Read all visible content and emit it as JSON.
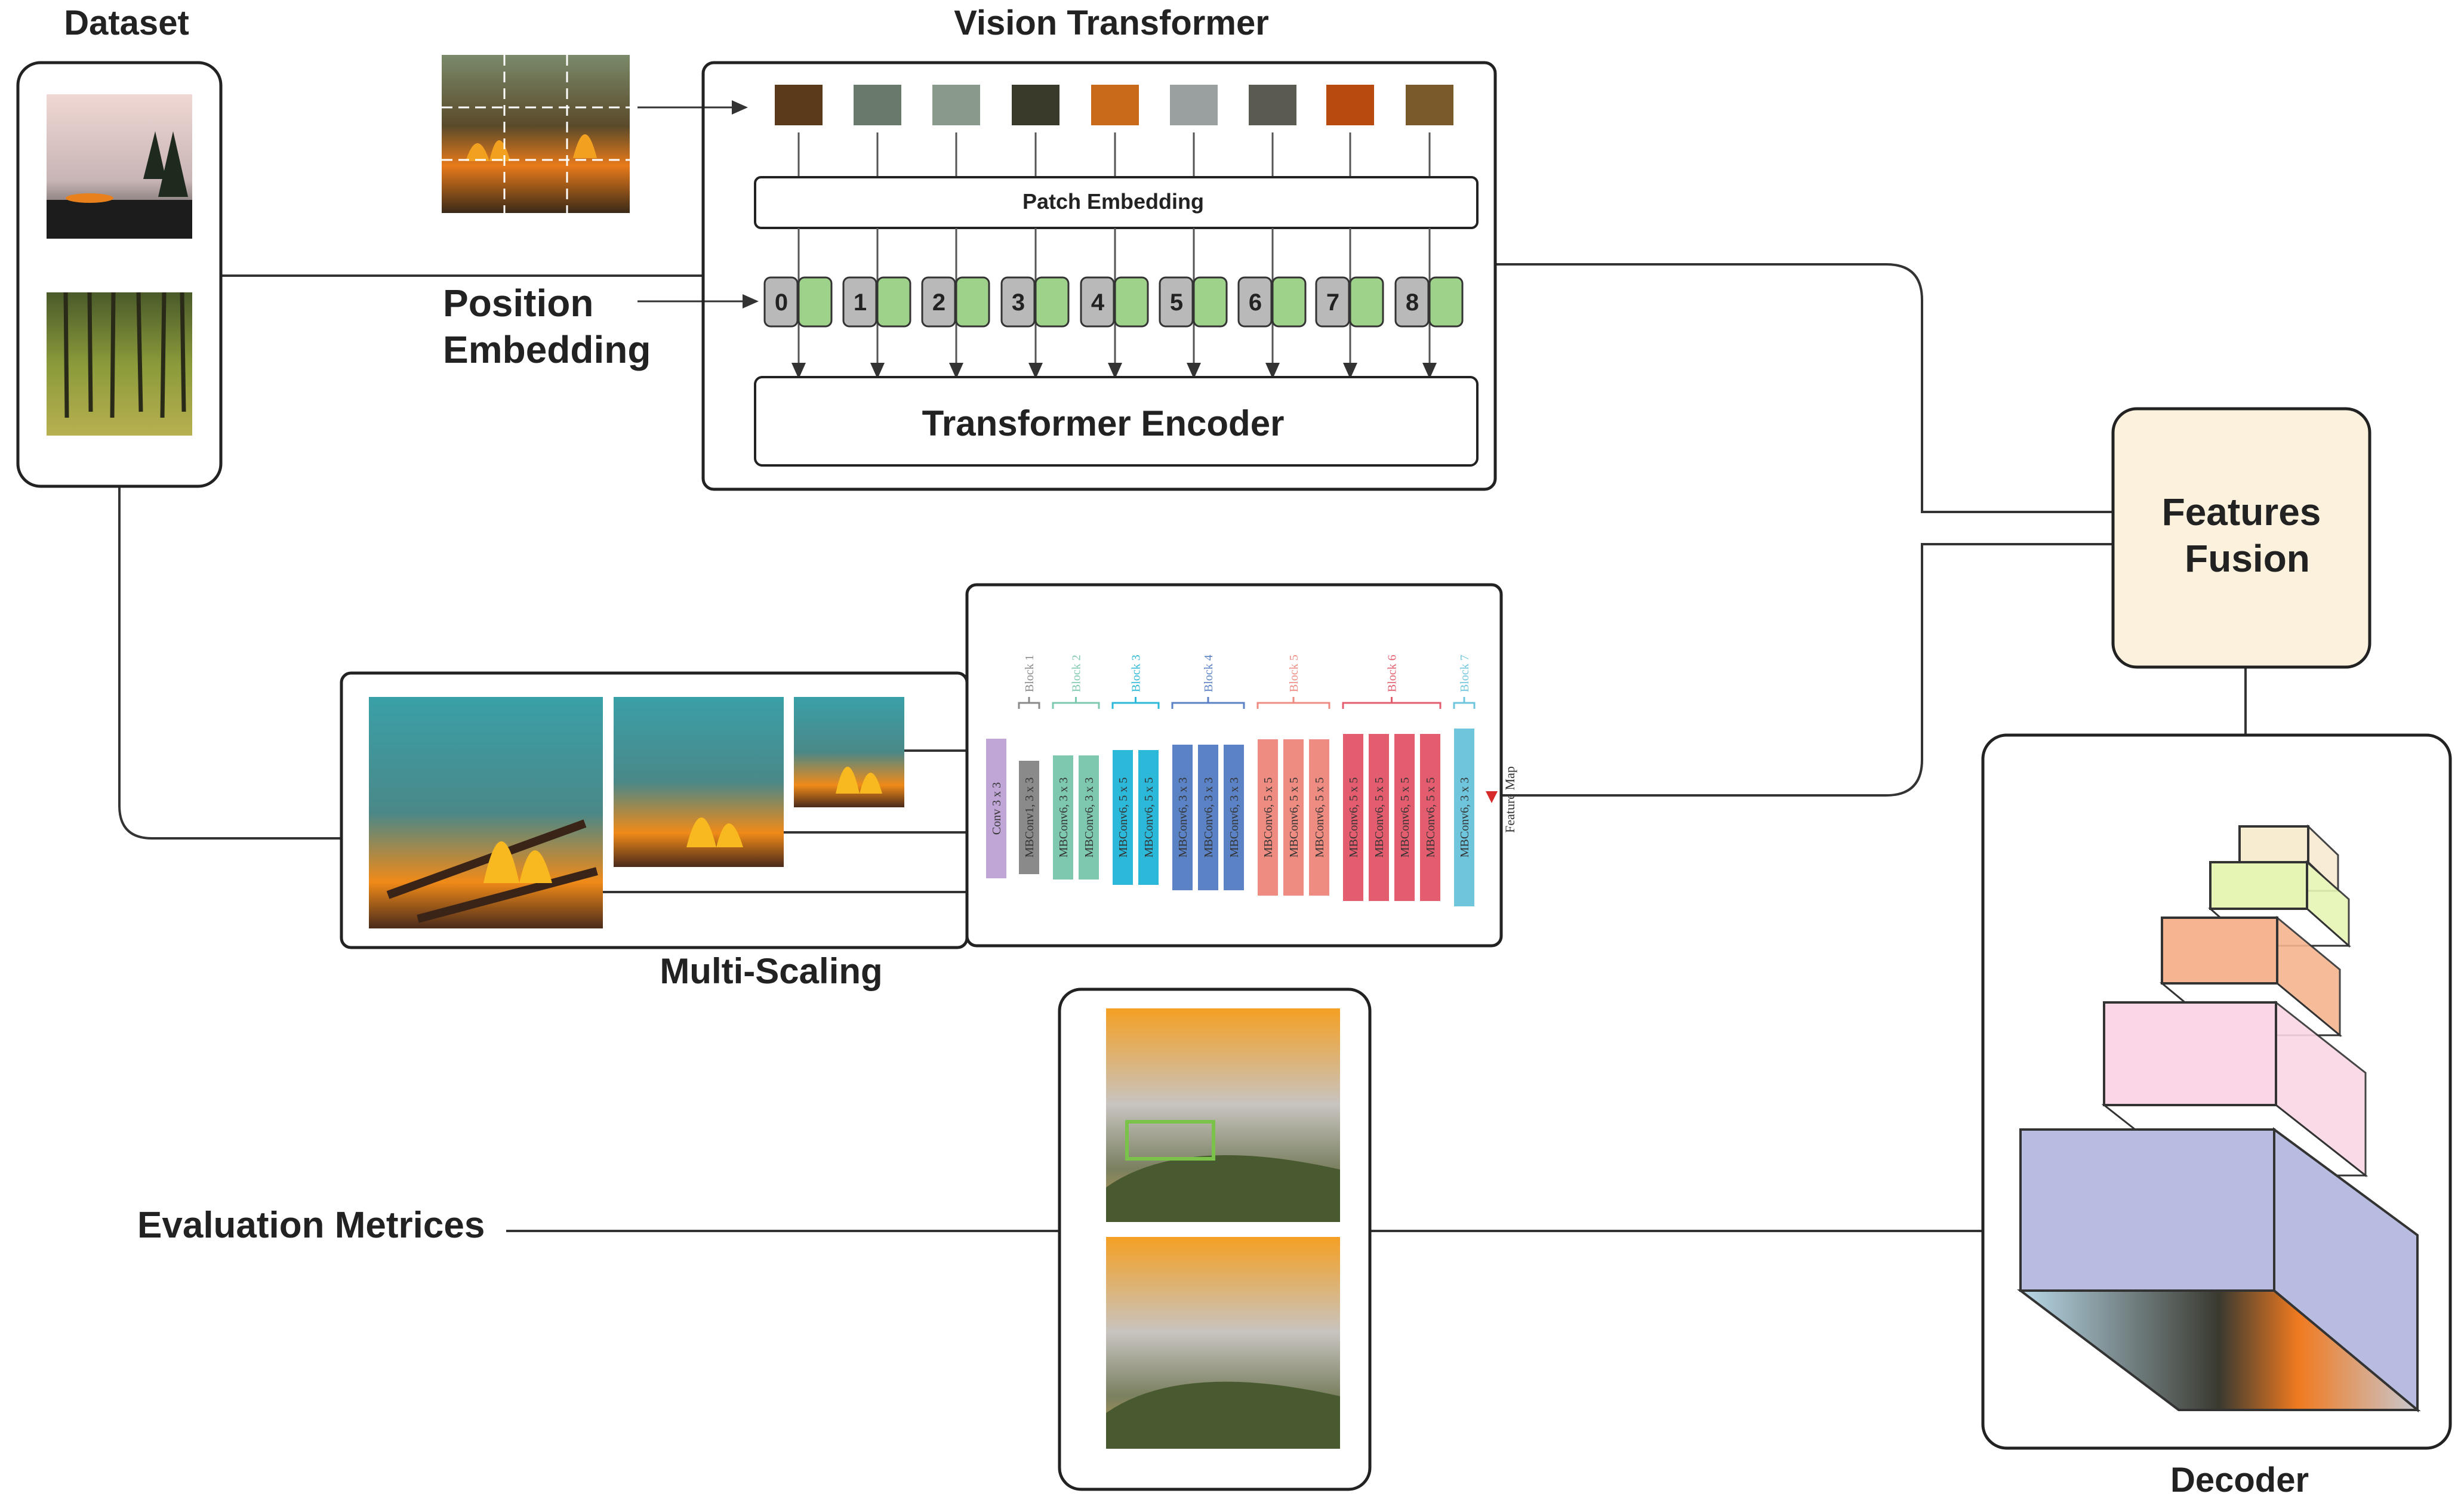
{
  "labels": {
    "dataset": "Dataset",
    "vision_transformer": "Vision Transformer",
    "position_embedding_line1": "Position",
    "position_embedding_line2": "Embedding",
    "patch_embedding": "Patch Embedding",
    "transformer_encoder": "Transformer Encoder",
    "multi_scaling": "Multi-Scaling",
    "features_fusion_line1": "Features",
    "features_fusion_line2": "Fusion",
    "decoder": "Decoder",
    "evaluation_metrics": "Evaluation Metrices",
    "feature_map": "Feature Map"
  },
  "position_tokens": [
    "0",
    "1",
    "2",
    "3",
    "4",
    "5",
    "6",
    "7",
    "8"
  ],
  "efficientnet": {
    "blocks": [
      {
        "name": "Block 1",
        "color": "#8a8a8a",
        "layers": [
          "MBConv1, 3 x 3"
        ]
      },
      {
        "name": "Block 2",
        "color": "#7fc8b0",
        "layers": [
          "MBConv6, 3 x 3",
          "MBConv6, 3 x 3"
        ]
      },
      {
        "name": "Block 3",
        "color": "#2cb8d8",
        "layers": [
          "MBConv6, 5 x 5",
          "MBConv6, 5 x 5"
        ]
      },
      {
        "name": "Block 4",
        "color": "#5b82c4",
        "layers": [
          "MBConv6, 3 x 3",
          "MBConv6, 3 x 3",
          "MBConv6, 3 x 3"
        ]
      },
      {
        "name": "Block 5",
        "color": "#ee8c82",
        "layers": [
          "MBConv6, 5 x 5",
          "MBConv6, 5 x 5",
          "MBConv6, 5 x 5"
        ]
      },
      {
        "name": "Block 6",
        "color": "#e35d6e",
        "layers": [
          "MBConv6, 5 x 5",
          "MBConv6, 5 x 5",
          "MBConv6, 5 x 5",
          "MBConv6, 5 x 5"
        ]
      },
      {
        "name": "Block 7",
        "color": "#6fc6dc",
        "layers": [
          "MBConv6, 3 x 3"
        ]
      }
    ],
    "stem": {
      "label": "Conv 3 x 3",
      "color": "#bfa6d6"
    }
  },
  "colors": {
    "token_gray": "#b9b9b9",
    "token_green": "#9ed18a",
    "fusion_fill": "#fbf1dc",
    "decoder_layers": [
      "#b8bce0",
      "#fbd6e6",
      "#f6b590",
      "#e6f5b4",
      "#f8ecd0"
    ]
  }
}
